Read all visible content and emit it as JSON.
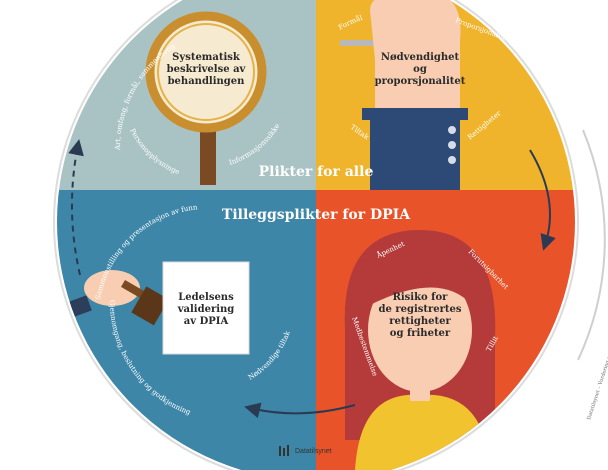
{
  "quadrants": {
    "top_left": {
      "title_lines": [
        "Systematisk",
        "beskrivelse av",
        "behandlingen"
      ],
      "arc_text_1": "Art, omfang, formål, sammenheng",
      "arc_text_2": "Personopplysninger",
      "arc_text_3": "Informasjonssikkerhet",
      "color": "#a9c3c4"
    },
    "top_right": {
      "title_lines": [
        "Nødvendighet",
        "og",
        "proporsjonalitet"
      ],
      "arc_text_1": "Formål",
      "arc_text_2": "Tiltak",
      "arc_text_3": "Rettigheter",
      "arc_text_4": "Proporsjonalitet",
      "color": "#f0b42c"
    },
    "bottom_left": {
      "title_lines": [
        "Ledelsens",
        "validering",
        "av DPIA"
      ],
      "arc_text_1": "Sammenstilling og presentasjon av funn",
      "arc_text_2": "Gjennomgang, beslutning og godkjenning",
      "arc_text_3": "Nødvendige tiltak",
      "color": "#3d86a8"
    },
    "bottom_right": {
      "title_lines": [
        "Risiko for",
        "de registrertes",
        "rettigheter",
        "og friheter"
      ],
      "arc_text_1": "Åpenhet",
      "arc_text_2": "Forutsigbarhet",
      "arc_text_3": "Medbestemmelse",
      "arc_text_4": "Tillit",
      "color": "#e9532a"
    }
  },
  "labels": {
    "plikter_for_alle": "Plikter for alle",
    "tilleggsplikter": "Tilleggsplikter for DPIA"
  },
  "side_caption": "Datatilsynet – Vurdering av personvernkonsekvenser (DPIA)",
  "footer": {
    "logo_text": "Datatilsynet"
  }
}
